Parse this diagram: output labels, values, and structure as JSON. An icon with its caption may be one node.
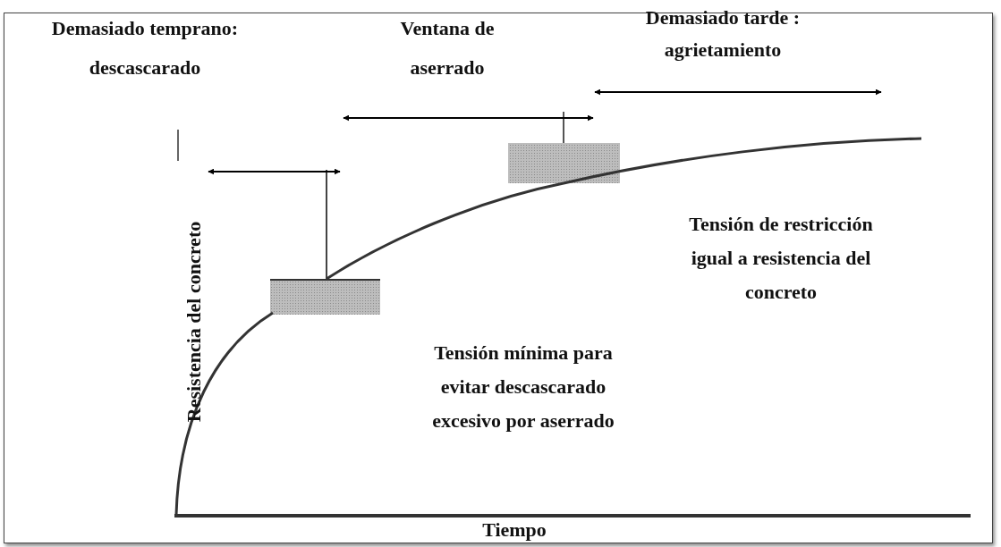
{
  "diagram": {
    "labels": [
      "Demasiado temprano: descascarado",
      "Ventana de aserrado",
      "Demasiado tarde : agrietamiento",
      "Tensión de restricción igual a resistencia del concreto",
      "Tensión mínima para evitar descascarado excesivo por aserrado",
      "Resistencia del concreto",
      "Tiempo"
    ]
  }
}
